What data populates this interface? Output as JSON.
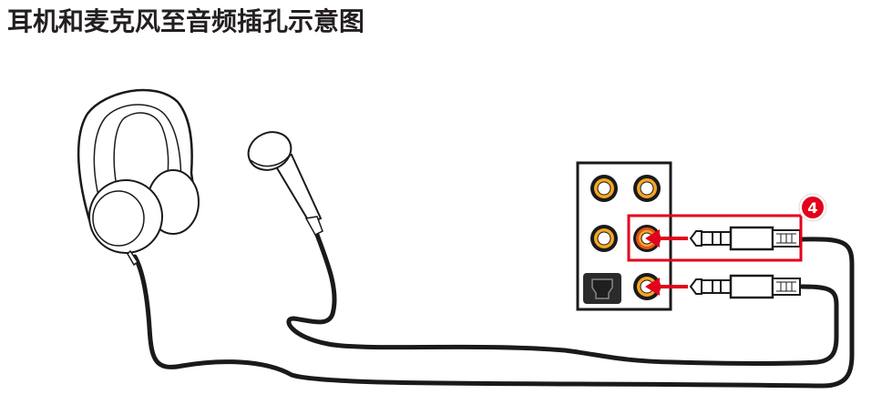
{
  "title": "耳机和麦克风至音频插孔示意图",
  "colors": {
    "highlight": "#e4001b",
    "jack_ring": "#f5a623",
    "jack_line_in_ring": "#e8511a",
    "outline": "#1a1a1a",
    "panel_bg": "#ffffff",
    "optical_bg": "#2b2b2b"
  },
  "devices": [
    {
      "name": "headphones",
      "icon": "headphones-icon"
    },
    {
      "name": "microphone",
      "icon": "microphone-icon"
    }
  ],
  "io_panel": {
    "jacks": [
      {
        "row": 1,
        "col": 1,
        "type": "audio-jack"
      },
      {
        "row": 1,
        "col": 2,
        "type": "audio-jack"
      },
      {
        "row": 2,
        "col": 1,
        "type": "audio-jack"
      },
      {
        "row": 2,
        "col": 2,
        "type": "audio-jack",
        "highlighted": true,
        "connected_to": "headphones"
      },
      {
        "row": 3,
        "col": 1,
        "type": "optical-spdif"
      },
      {
        "row": 3,
        "col": 2,
        "type": "audio-jack",
        "connected_to": "microphone"
      }
    ]
  },
  "callout": {
    "label": "4"
  }
}
